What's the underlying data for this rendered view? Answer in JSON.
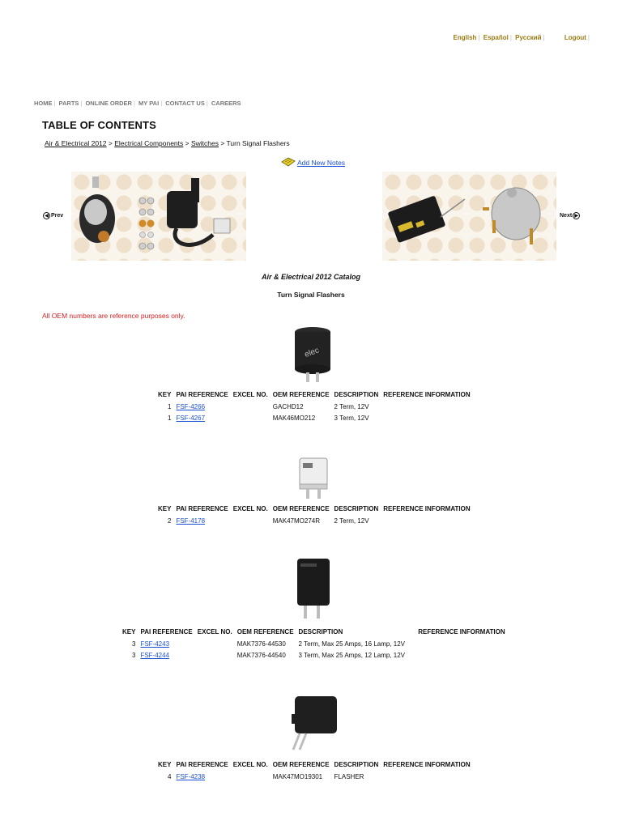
{
  "lang_bar": {
    "items": [
      "English",
      "Español",
      "Русский"
    ],
    "logout": "Logout"
  },
  "nav": {
    "items": [
      "HOME",
      "PARTS",
      "ONLINE ORDER",
      "MY PAI",
      "CONTACT US",
      "CAREERS"
    ]
  },
  "page_title": "TABLE OF CONTENTS",
  "breadcrumb": {
    "root": "Air & Electrical 2012",
    "sep1": " > ",
    "level1": "Electrical Components",
    "sep2": " > ",
    "level2": "Switches",
    "current": " > Turn Signal Flashers"
  },
  "notes_link": "Add New Notes",
  "pager": {
    "prev": "Prev",
    "next": "Next"
  },
  "catalog_title": "Air & Electrical 2012 Catalog",
  "section_title": "Turn Signal Flashers",
  "disclaimer": "All OEM numbers are reference purposes only.",
  "columns": [
    "KEY",
    "PAI REFERENCE",
    "EXCEL NO.",
    "OEM REFERENCE",
    "DESCRIPTION",
    "REFERENCE INFORMATION"
  ],
  "groups": [
    {
      "rows": [
        {
          "key": "1",
          "pai": "FSF-4266",
          "excel": "",
          "oem": "GACHD12",
          "desc": "2 Term, 12V",
          "info": ""
        },
        {
          "key": "1",
          "pai": "FSF-4267",
          "excel": "",
          "oem": "MAK46MO212",
          "desc": "3 Term, 12V",
          "info": ""
        }
      ]
    },
    {
      "rows": [
        {
          "key": "2",
          "pai": "FSF-4178",
          "excel": "",
          "oem": "MAK47MO274R",
          "desc": "2 Term, 12V",
          "info": ""
        }
      ]
    },
    {
      "rows": [
        {
          "key": "3",
          "pai": "FSF-4243",
          "excel": "",
          "oem": "MAK7376-44530",
          "desc": "2 Term, Max 25 Amps, 16 Lamp, 12V",
          "info": ""
        },
        {
          "key": "3",
          "pai": "FSF-4244",
          "excel": "",
          "oem": "MAK7376-44540",
          "desc": "3 Term, Max 25 Amps, 12 Lamp, 12V",
          "info": ""
        }
      ]
    },
    {
      "rows": [
        {
          "key": "4",
          "pai": "FSF-4238",
          "excel": "",
          "oem": "MAK47MO19301",
          "desc": "FLASHER",
          "info": ""
        }
      ]
    }
  ],
  "colors": {
    "link": "#1a4fd6",
    "lang": "#9a7a10",
    "warning": "#e02020"
  }
}
